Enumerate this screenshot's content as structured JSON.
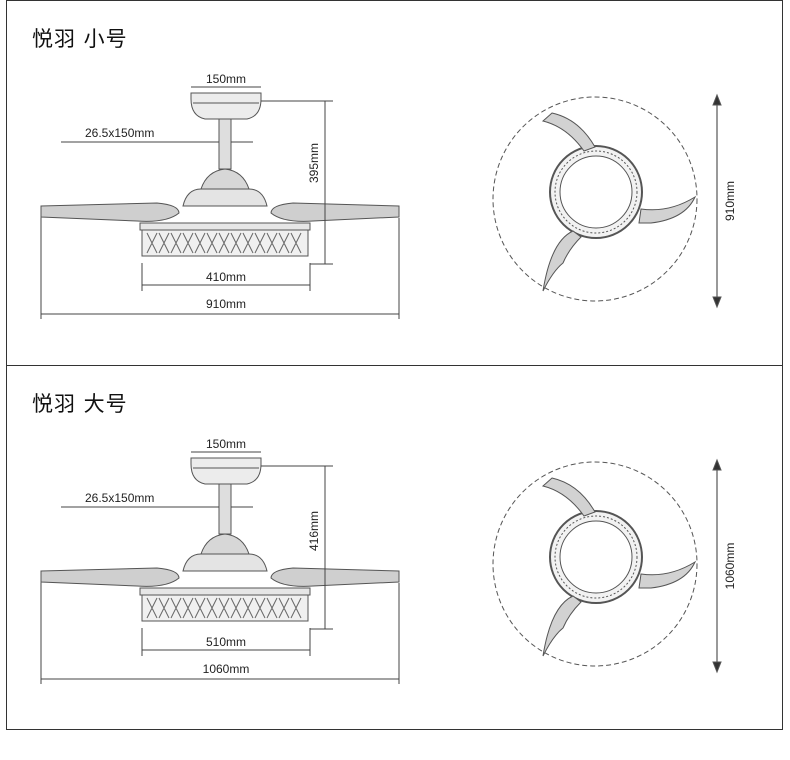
{
  "panels": [
    {
      "title": "悦羽 小号",
      "canopy_width": "150mm",
      "downrod": "26.5x150mm",
      "height": "395mm",
      "light_diameter": "410mm",
      "span": "910mm",
      "top_diameter": "910mm"
    },
    {
      "title": "悦羽 大号",
      "canopy_width": "150mm",
      "downrod": "26.5x150mm",
      "height": "416mm",
      "light_diameter": "510mm",
      "span": "1060mm",
      "top_diameter": "1060mm"
    }
  ]
}
